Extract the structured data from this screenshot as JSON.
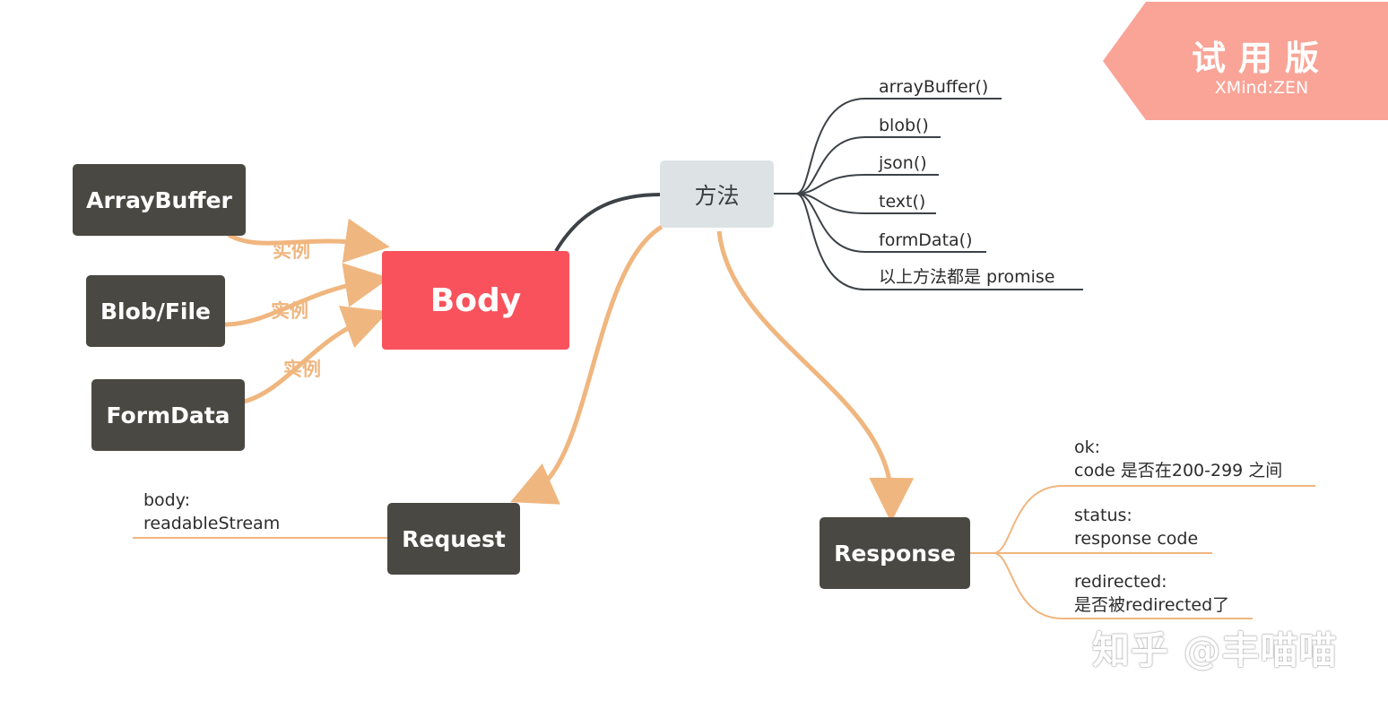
{
  "central": {
    "label": "Body"
  },
  "methods_node": {
    "label": "方法"
  },
  "methods": [
    "arrayBuffer()",
    "blob()",
    "json()",
    "text()",
    "formData()",
    "以上方法都是 promise"
  ],
  "instances": [
    {
      "label": "ArrayBuffer",
      "edge_label": "实例"
    },
    {
      "label": "Blob/File",
      "edge_label": "实例"
    },
    {
      "label": "FormData",
      "edge_label": "实例"
    }
  ],
  "request": {
    "label": "Request",
    "props": [
      {
        "line1": "body:",
        "line2": "readableStream"
      }
    ]
  },
  "response": {
    "label": "Response",
    "props": [
      {
        "line1": "ok:",
        "line2": "code 是否在200-299 之间"
      },
      {
        "line1": "status:",
        "line2": "response code"
      },
      {
        "line1": "redirected:",
        "line2": "是否被redirected了"
      }
    ]
  },
  "trial_badge": {
    "title": "试用版",
    "subtitle": "XMind:ZEN"
  },
  "watermark": "知乎 @丰喵喵",
  "colors": {
    "body": "#f9525c",
    "dark_node": "#4a4842",
    "method_node": "#dde3e5",
    "orange_link": "#f0b67f",
    "badge": "#f9a497",
    "dark_link": "#3d4247"
  }
}
